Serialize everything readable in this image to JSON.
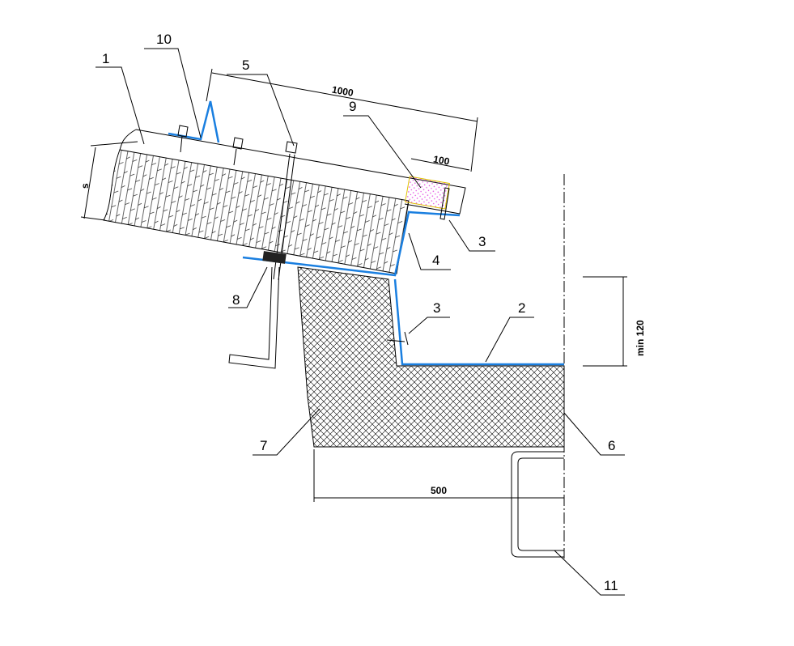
{
  "drawing": {
    "callouts": [
      "1",
      "10",
      "5",
      "9",
      "3",
      "4",
      "8",
      "3",
      "2",
      "7",
      "6",
      "11"
    ],
    "dimensions": {
      "panel_length": "1000",
      "overlap": "100",
      "thickness": "s",
      "min_height": "min 120",
      "base_width": "500"
    },
    "colors": {
      "flashing": "#1a7fe0",
      "foam": "#e040e0",
      "line": "#000000"
    }
  }
}
